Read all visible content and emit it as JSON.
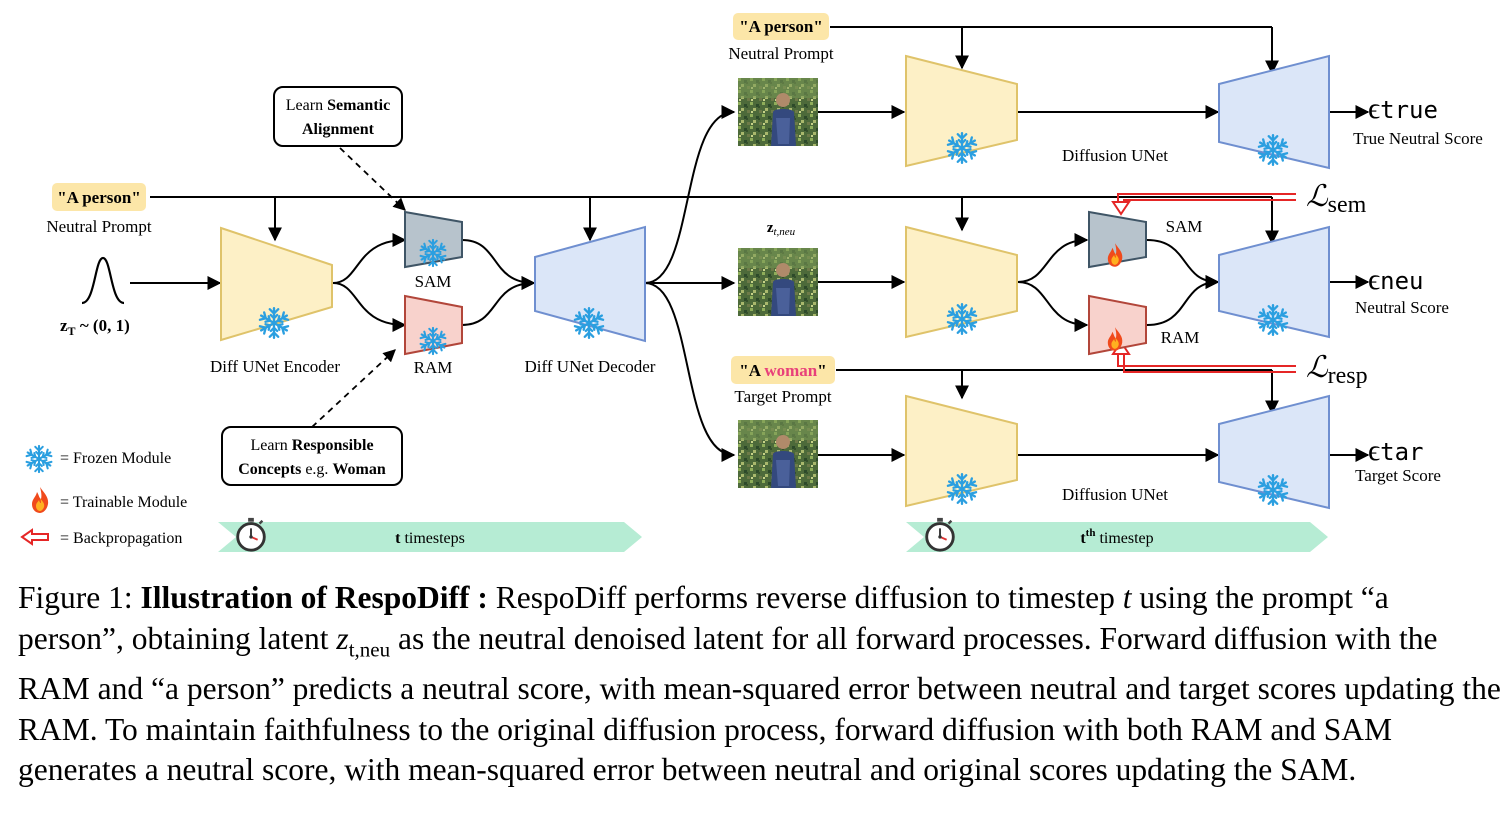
{
  "diagram": {
    "prompts": {
      "left_prompt": "\"A person\"",
      "left_prompt_caption": "Neutral Prompt",
      "top_prompt": "\"A person\"",
      "top_prompt_caption": "Neutral Prompt",
      "target_prompt_pre": "\"A ",
      "target_prompt_word": "woman",
      "target_prompt_post": "\"",
      "target_prompt_caption": "Target Prompt"
    },
    "noise_label": "z",
    "noise_sub": "T",
    "noise_dist": " ~ (0, 1)",
    "latent_label": "z",
    "latent_sub": "t,neu",
    "modules": {
      "encoder": "Diff UNet Encoder",
      "decoder": "Diff UNet Decoder",
      "sam": "SAM",
      "ram": "RAM",
      "unet_top": "Diffusion UNet",
      "unet_bottom": "Diffusion UNet"
    },
    "callouts": {
      "semantic_pre": "Learn ",
      "semantic_bold1": "Semantic",
      "semantic_bold2": "Alignment",
      "responsible_pre": "Learn ",
      "responsible_bold1": "Responsible",
      "responsible_bold2": "Concepts",
      "responsible_mid": " e.g. ",
      "responsible_bold3": "Woman"
    },
    "outputs": {
      "true_sym": "ϵ",
      "true_sub": "true",
      "true_caption": "True Neutral Score",
      "neu_sym": "ϵ",
      "neu_sub": "neu",
      "neu_caption": "Neutral Score",
      "tar_sym": "ϵ",
      "tar_sub": "tar",
      "tar_caption": "Target Score"
    },
    "losses": {
      "sem_sym": "ℒ",
      "sem_sub": "sem",
      "resp_sym": "ℒ",
      "resp_sub": "resp"
    },
    "legend": {
      "frozen": "= Frozen Module",
      "trainable": "= Trainable Module",
      "backprop": "= Backpropagation"
    },
    "timesteps": {
      "left_bold": "t",
      "left_rest": " timesteps",
      "right_bold": "t",
      "right_sup": "th",
      "right_rest": " timestep"
    }
  },
  "colors": {
    "encoder_fill": "#fdf0c6",
    "encoder_stroke": "#dfc36a",
    "decoder_fill": "#dbe6f8",
    "decoder_stroke": "#6f8fd0",
    "sam_fill": "#b7c3cc",
    "sam_stroke": "#3f5566",
    "ram_fill": "#f8d2cc",
    "ram_stroke": "#b2463a",
    "prompt_bg": "#fce6a8",
    "target_word": "#e8407a",
    "timestep_bar": "#b6ecd4",
    "snowflake": "#2b9fe0",
    "backprop": "#e52626"
  },
  "caption": {
    "prefix": "Figure 1: ",
    "title": "Illustration of RespoDiff :",
    "part1": " RespoDiff performs reverse diffusion to timestep ",
    "t": "t",
    "part2": " using the prompt “a person”, obtaining latent ",
    "z": "z",
    "zsub": "t,neu",
    "part3": " as the neutral denoised latent for all forward processes. Forward diffusion with the RAM and “a person” predicts a neutral score, with mean-squared error between neutral and target scores updating the RAM. To maintain faithfulness to the original diffusion process, forward diffusion with both RAM and SAM generates a neutral score, with mean-squared error between neutral and original scores updating the SAM."
  }
}
